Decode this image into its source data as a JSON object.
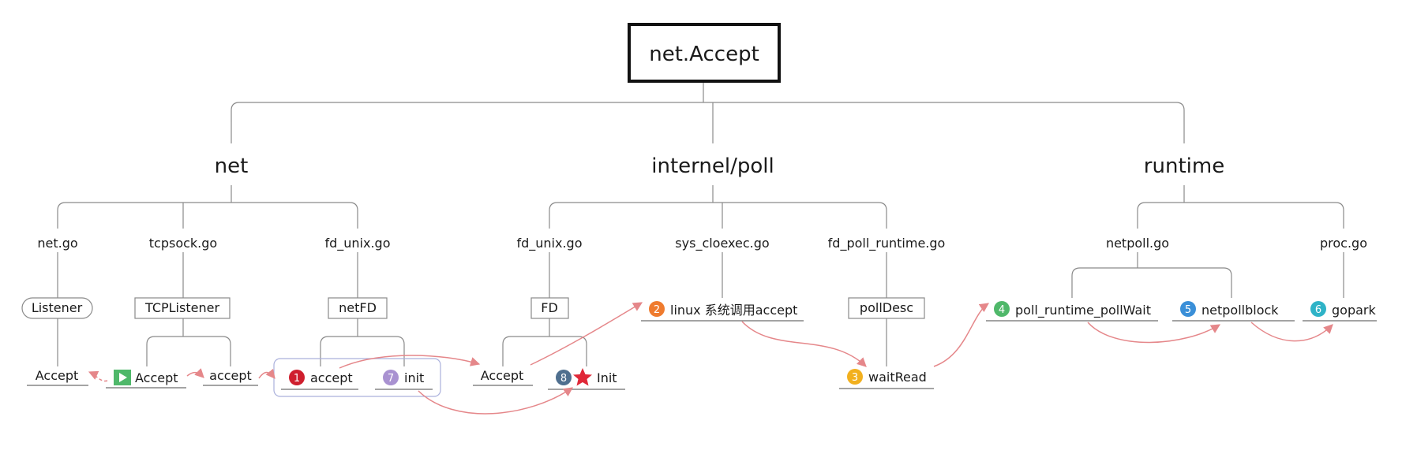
{
  "root": {
    "label": "net.Accept"
  },
  "packages": {
    "net": "net",
    "poll": "internel/poll",
    "runtime": "runtime"
  },
  "files": {
    "net_go": "net.go",
    "tcpsock_go": "tcpsock.go",
    "fd_unix_net": "fd_unix.go",
    "fd_unix_poll": "fd_unix.go",
    "sys_cloexec": "sys_cloexec.go",
    "fd_poll_runtime": "fd_poll_runtime.go",
    "netpoll_go": "netpoll.go",
    "proc_go": "proc.go"
  },
  "types": {
    "listener": "Listener",
    "tcplistener": "TCPListener",
    "netfd": "netFD",
    "fd": "FD",
    "polldesc": "pollDesc"
  },
  "funcs": {
    "listener_accept": "Accept",
    "tcp_accept": "Accept",
    "tcp_accept_lower": "accept",
    "netfd_accept": "accept",
    "netfd_init": "init",
    "fd_accept": "Accept",
    "fd_init": "Init",
    "linux_accept": "linux 系统调用accept",
    "wait_read": "waitRead",
    "poll_wait": "poll_runtime_pollWait",
    "netpollblock": "netpollblock",
    "gopark": "gopark"
  },
  "badges": {
    "b1": "1",
    "b2": "2",
    "b3": "3",
    "b4": "4",
    "b5": "5",
    "b6": "6",
    "b7": "7",
    "b8": "8"
  },
  "colors": {
    "b1": "#cf1f2e",
    "b2": "#ef7b2e",
    "b3": "#f2b01e",
    "b4": "#4fb86a",
    "b5": "#3a8fd8",
    "b6": "#2fb3c7",
    "b7": "#a992d1",
    "b8": "#4f6f8f",
    "arrow": "#e5878a",
    "star": "#e02838",
    "play": "#4fb86a"
  },
  "icons": {
    "play": "play-icon",
    "star": "star-icon"
  }
}
